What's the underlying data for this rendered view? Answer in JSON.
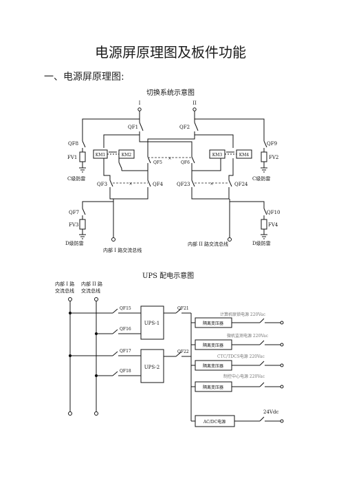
{
  "doc": {
    "title": "电源屏原理图及板件功能",
    "section": "一、电源屏原理图:"
  },
  "switch_diagram": {
    "heading": "切换系统示意图",
    "input_1": "I",
    "input_2": "II",
    "breakers": {
      "qf1": "QF1",
      "qf2": "QF2",
      "qf8": "QF8",
      "qf9": "QF9",
      "fv1": "FV1",
      "fv2": "FV2",
      "km1": "KM1",
      "km2": "KM2",
      "km3": "KM3",
      "km4": "KM4",
      "qf5": "QF5",
      "qf6": "QF6",
      "qf3": "QF3",
      "qf4": "QF4",
      "qf23": "QF23",
      "qf24": "QF24",
      "qf7": "QF7",
      "qf10": "QF10",
      "fv3": "FV3",
      "fv4": "FV4"
    },
    "c_arrester_left": "C级防雷",
    "c_arrester_right": "C级防雷",
    "d_arrester_left": "D级防雷",
    "d_arrester_right": "D级防雷",
    "bus_1": "内部 I 路交流总线",
    "bus_2": "内部 II 路交流总线"
  },
  "ups_diagram": {
    "heading": "UPS  配电示意图",
    "bus_1_line1": "内部 I 路",
    "bus_1_line2": "交流总线",
    "bus_2_line1": "内部 II 路",
    "bus_2_line2": "交流总线",
    "qf15": "QF15",
    "qf16": "QF16",
    "qf17": "QF17",
    "qf18": "QF18",
    "qf21": "QF21",
    "qf22": "QF22",
    "ups1": "UPS-1",
    "ups2": "UPS-2",
    "transformer": "隔离变压器",
    "load1": "计算机联锁电源  220Vac",
    "load2": "微机监测电源  220Vac",
    "load3": "CTC/TDCS电源  220Vac",
    "load4": "制控中心电源  220Vac",
    "acdc": "AC/DC电源",
    "dc_out": "24Vdc"
  }
}
